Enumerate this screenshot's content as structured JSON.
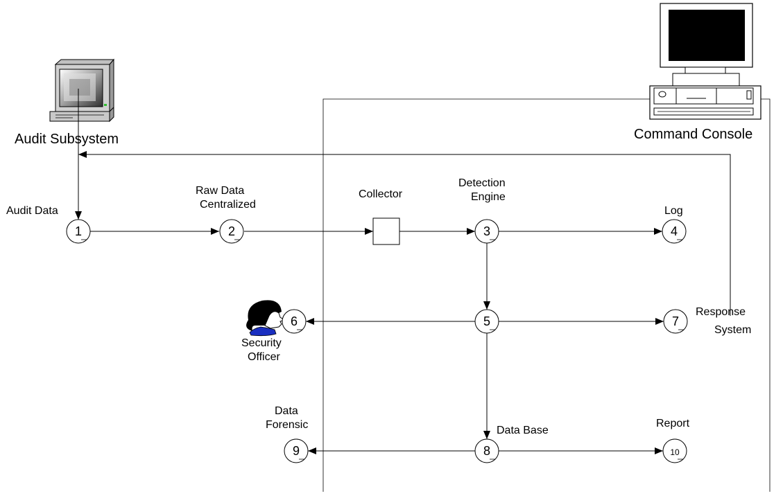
{
  "nodes": [
    {
      "id": "n1",
      "number": "1"
    },
    {
      "id": "n2",
      "number": "2"
    },
    {
      "id": "n3",
      "number": "3"
    },
    {
      "id": "n4",
      "number": "4"
    },
    {
      "id": "n5",
      "number": "5"
    },
    {
      "id": "n6",
      "number": "6"
    },
    {
      "id": "n7",
      "number": "7"
    },
    {
      "id": "n8",
      "number": "8"
    },
    {
      "id": "n9",
      "number": "9"
    },
    {
      "id": "n10",
      "number": "10"
    }
  ],
  "labels": {
    "audit_subsystem": "Audit Subsystem",
    "command_console": "Command Console",
    "audit_data": "Audit Data",
    "raw_data_line1": "Raw Data",
    "raw_data_line2": "Centralized",
    "collector": "Collector",
    "detection_line1": "Detection",
    "detection_line2": "Engine",
    "log": "Log",
    "security_line1": "Security",
    "security_line2": "Officer",
    "response_line1": "Response",
    "response_line2": "System",
    "forensic_line1": "Data",
    "forensic_line2": "Forensic",
    "data_base": "Data Base",
    "report": "Report"
  },
  "icons": {
    "audit_computer": "desktop-computer-icon",
    "command_console": "console-computer-icon",
    "security_officer": "person-icon",
    "collector": "collector-box-icon"
  }
}
